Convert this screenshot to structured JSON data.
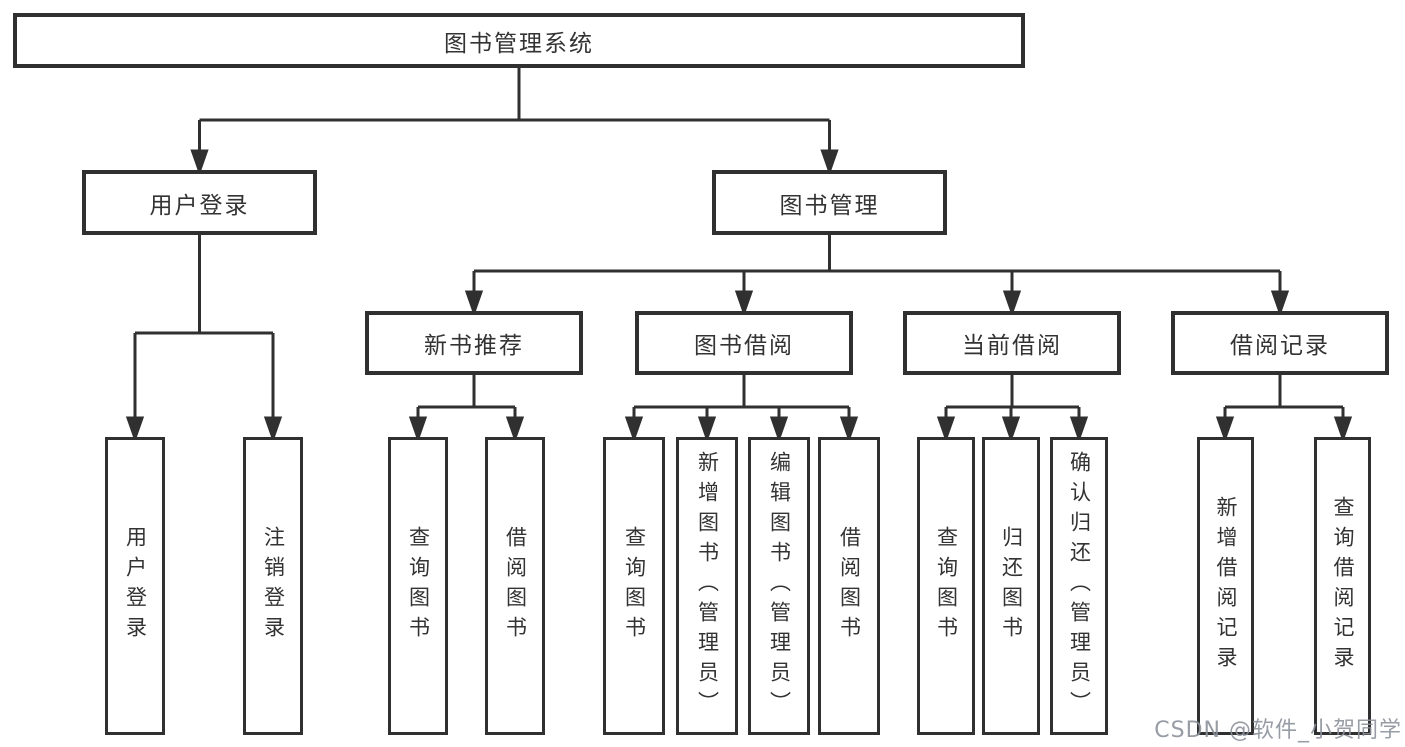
{
  "diagram_title": "图书管理系统",
  "tree": {
    "root": {
      "label": "图书管理系统"
    },
    "user_branch": {
      "label": "用户登录",
      "children": [
        {
          "label": "用户登录"
        },
        {
          "label": "注销登录"
        }
      ]
    },
    "book_branch": {
      "label": "图书管理",
      "groups": [
        {
          "label": "新书推荐",
          "children": [
            {
              "label": "查询图书"
            },
            {
              "label": "借阅图书"
            }
          ]
        },
        {
          "label": "图书借阅",
          "children": [
            {
              "label": "查询图书"
            },
            {
              "label": "新增图书（管理员）"
            },
            {
              "label": "编辑图书（管理员）"
            },
            {
              "label": "借阅图书"
            }
          ]
        },
        {
          "label": "当前借阅",
          "children": [
            {
              "label": "查询图书"
            },
            {
              "label": "归还图书"
            },
            {
              "label": "确认归还（管理员）"
            }
          ]
        },
        {
          "label": "借阅记录",
          "children": [
            {
              "label": "新增借阅记录"
            },
            {
              "label": "查询借阅记录"
            }
          ]
        }
      ]
    }
  },
  "watermark": {
    "text": "CSDN @软件_小贺同学"
  },
  "colors": {
    "line": "#303030",
    "box_border": "#303030",
    "text": "#333333",
    "background": "#ffffff",
    "watermark": "#8c919b"
  }
}
